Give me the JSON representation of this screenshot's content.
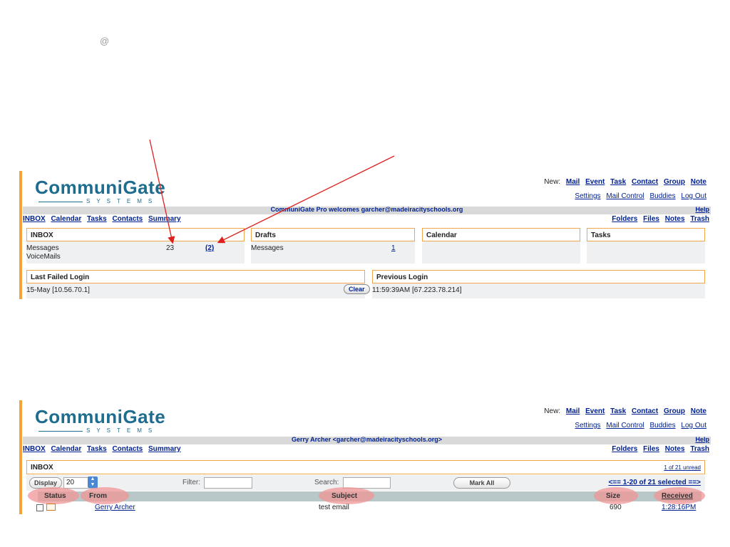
{
  "annotation": {
    "mark": "@"
  },
  "top": {
    "logo": {
      "word": "CommuniGate",
      "sub": "SYSTEMS"
    },
    "new_bar": {
      "new_label": "New:",
      "new_links": [
        "Mail",
        "Event",
        "Task",
        "Contact",
        "Group",
        "Note"
      ],
      "links": [
        "Settings",
        "Mail Control",
        "Buddies",
        "Log Out"
      ]
    },
    "welcome": "CommuniGate Pro welcomes garcher@madeiracityschools.org",
    "help": "Help",
    "tabs": [
      "INBOX",
      "Calendar",
      "Tasks",
      "Contacts",
      "Summary"
    ],
    "right_tabs": [
      "Folders",
      "Files",
      "Notes",
      "Trash"
    ],
    "inbox": {
      "title": "INBOX",
      "messages_label": "Messages",
      "messages_count": "23",
      "messages_unread": "(2)",
      "voicemails_label": "VoiceMails"
    },
    "drafts": {
      "title": "Drafts",
      "messages_label": "Messages",
      "count": "1"
    },
    "calendar": {
      "title": "Calendar"
    },
    "tasks": {
      "title": "Tasks"
    },
    "last_failed": {
      "title": "Last Failed Login",
      "value": "15-May [10.56.70.1]",
      "clear": "Clear"
    },
    "previous": {
      "title": "Previous Login",
      "value": "11:59:39AM [67.223.78.214]"
    }
  },
  "bottom": {
    "logo": {
      "word": "CommuniGate",
      "sub": "SYSTEMS"
    },
    "new_bar": {
      "new_label": "New:",
      "new_links": [
        "Mail",
        "Event",
        "Task",
        "Contact",
        "Group",
        "Note"
      ],
      "links": [
        "Settings",
        "Mail Control",
        "Buddies",
        "Log Out"
      ]
    },
    "welcome": "Gerry Archer <garcher@madeiracityschools.org>",
    "help": "Help",
    "tabs": [
      "INBOX",
      "Calendar",
      "Tasks",
      "Contacts",
      "Summary"
    ],
    "right_tabs": [
      "Folders",
      "Files",
      "Notes",
      "Trash"
    ],
    "inbox_title": "INBOX",
    "unread": "1 of 21 unread",
    "display_label": "Display",
    "display_value": "20",
    "filter_label": "Filter:",
    "search_label": "Search:",
    "mark_all": "Mark All",
    "pager": "<== 1-20 of 21 selected ==>",
    "columns": [
      "Status",
      "From",
      "Subject",
      "Size",
      "Received"
    ],
    "rows": [
      {
        "from": "Gerry Archer",
        "subject": "test email",
        "size": "690",
        "received": "1:28:16PM"
      }
    ]
  }
}
